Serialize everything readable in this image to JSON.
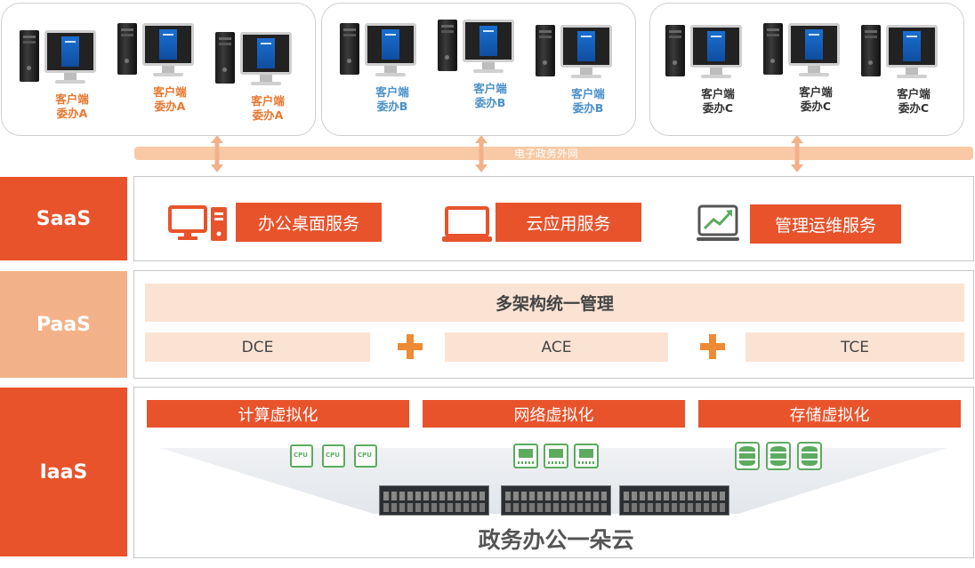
{
  "client_groups": [
    {
      "color": "#e8772e",
      "clients": [
        {
          "label": "客户端\n委办A"
        },
        {
          "label": "客户端\n委办A"
        },
        {
          "label": "客户端\n委办A"
        }
      ]
    },
    {
      "color": "#4a90c8",
      "clients": [
        {
          "label": "客户端\n委办B"
        },
        {
          "label": "客户端\n委办B"
        },
        {
          "label": "客户端\n委办B"
        }
      ]
    },
    {
      "color": "#333333",
      "clients": [
        {
          "label": "客户端\n委办C"
        },
        {
          "label": "客户端\n委办C"
        },
        {
          "label": "客户端\n委办C"
        }
      ]
    }
  ],
  "network_label": "电子政务外网",
  "layers": {
    "saas": {
      "name": "SaaS",
      "services": [
        "办公桌面服务",
        "云应用服务",
        "管理运维服务"
      ]
    },
    "paas": {
      "name": "PaaS",
      "title": "多架构统一管理",
      "items": [
        "DCE",
        "ACE",
        "TCE"
      ]
    },
    "iaas": {
      "name": "IaaS",
      "items": [
        "计算虚拟化",
        "网络虚拟化",
        "存储虚拟化"
      ],
      "chip_label": "CPU",
      "caption": "政务办公一朵云"
    }
  },
  "colors": {
    "primary": "#e8532c",
    "paas_tab": "#f3b189",
    "network": "#f8c9a4",
    "icon_green": "#5cab5f"
  }
}
